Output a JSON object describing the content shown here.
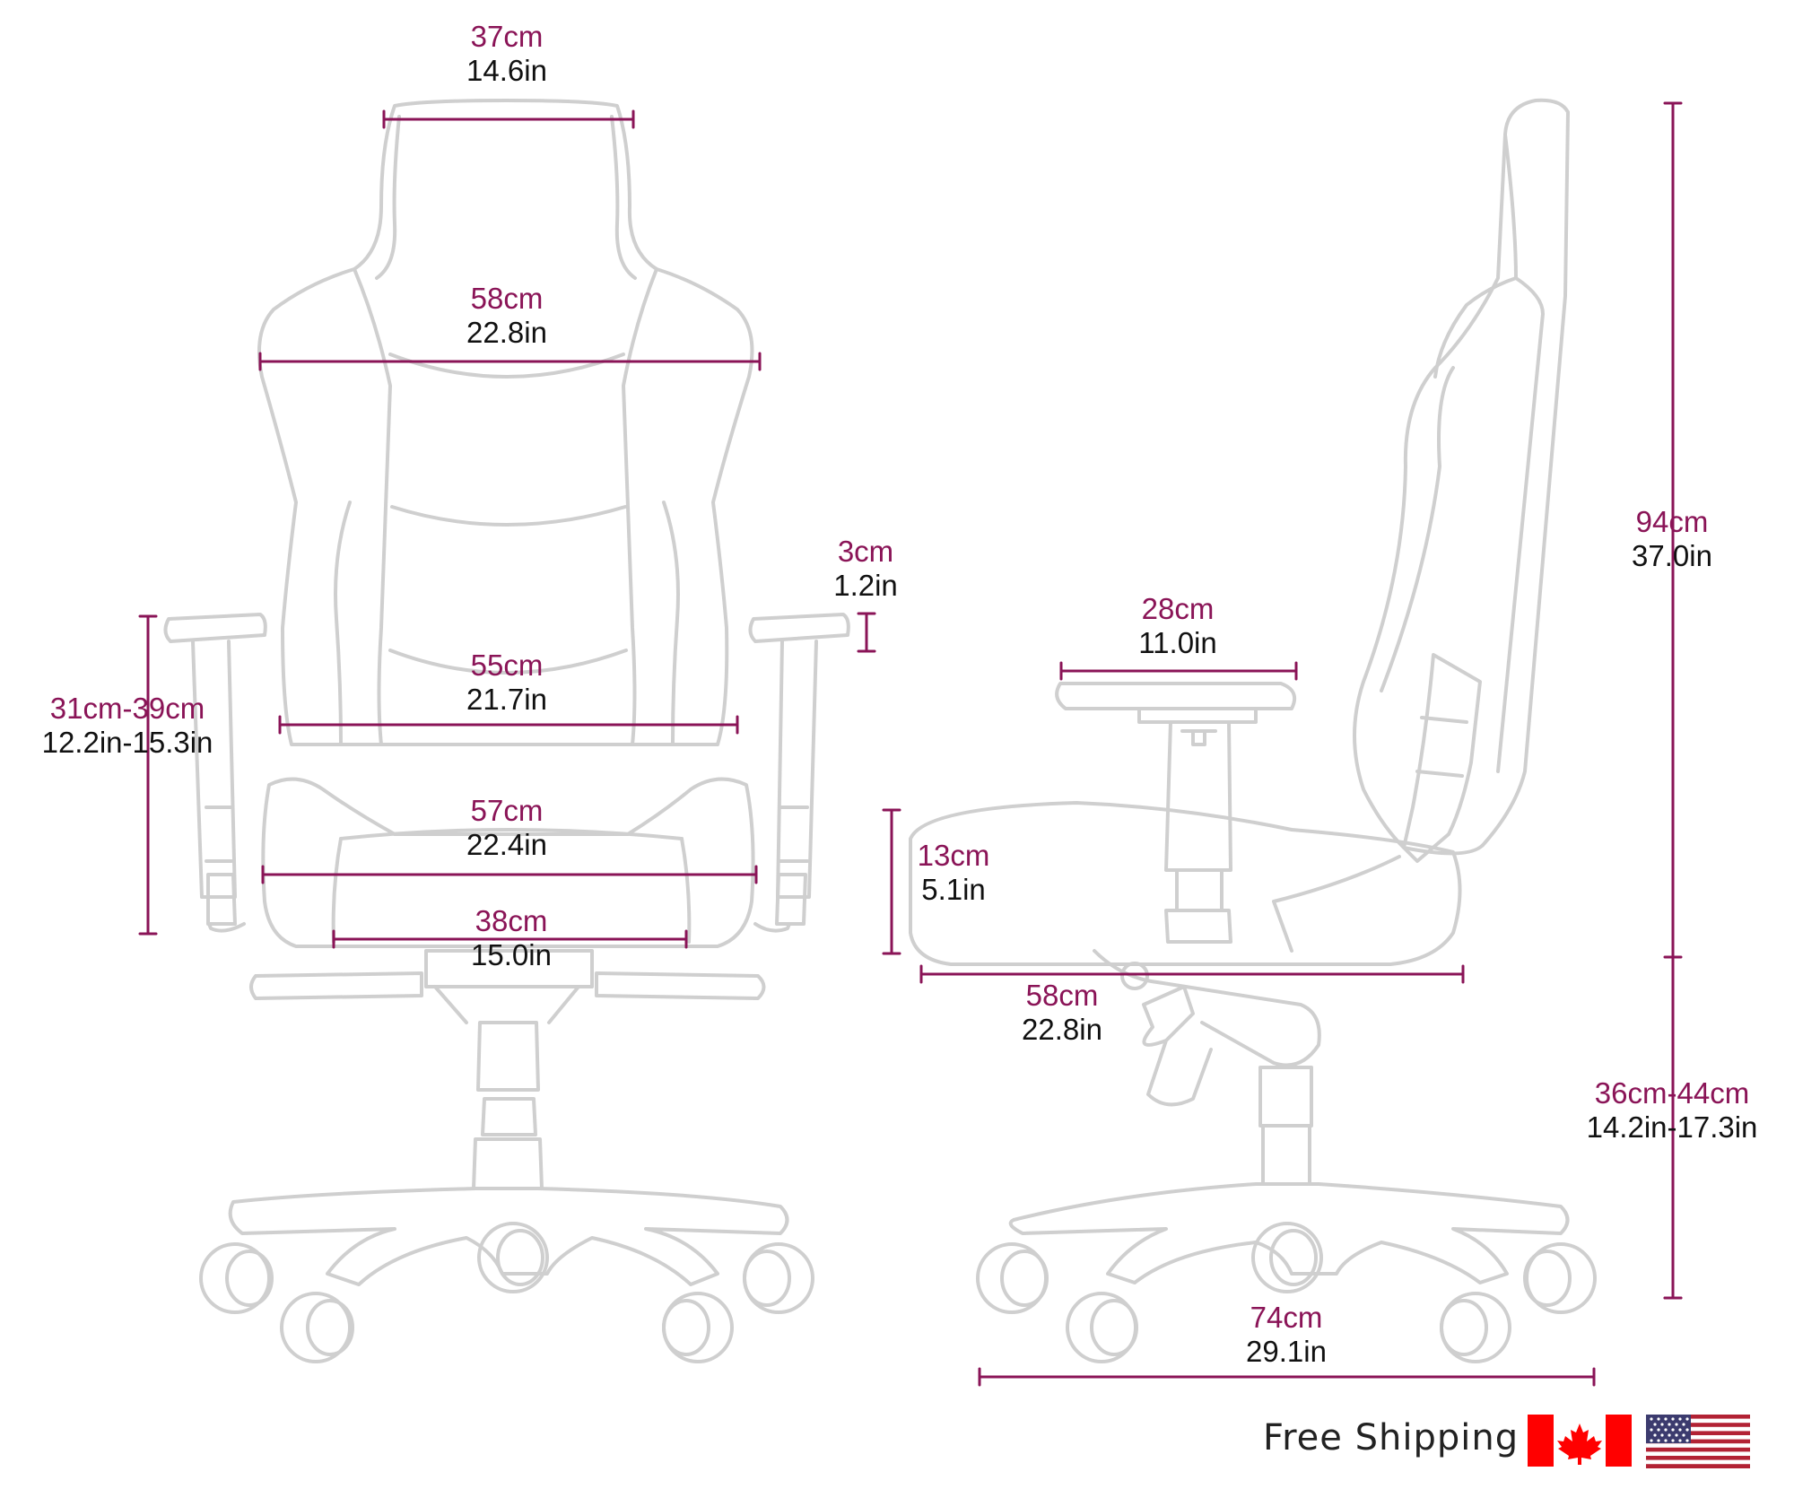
{
  "dimensions": [
    {
      "id": "headrest-width",
      "cm": "37cm",
      "in": "14.6in"
    },
    {
      "id": "shoulder-width",
      "cm": "58cm",
      "in": "22.8in"
    },
    {
      "id": "armrest-thickness",
      "cm": "3cm",
      "in": "1.2in"
    },
    {
      "id": "backrest-width",
      "cm": "55cm",
      "in": "21.7in"
    },
    {
      "id": "armrest-height",
      "cm": "31cm-39cm",
      "in": "12.2in-15.3in"
    },
    {
      "id": "seat-outer-width",
      "cm": "57cm",
      "in": "22.4in"
    },
    {
      "id": "seat-inner-width",
      "cm": "38cm",
      "in": "15.0in"
    },
    {
      "id": "armrest-length",
      "cm": "28cm",
      "in": "11.0in"
    },
    {
      "id": "seat-cushion-height",
      "cm": "13cm",
      "in": "5.1in"
    },
    {
      "id": "seat-depth",
      "cm": "58cm",
      "in": "22.8in"
    },
    {
      "id": "backrest-height",
      "cm": "94cm",
      "in": "37.0in"
    },
    {
      "id": "seat-height",
      "cm": "36cm-44cm",
      "in": "14.2in-17.3in"
    },
    {
      "id": "base-width",
      "cm": "74cm",
      "in": "29.1in"
    }
  ],
  "footer": {
    "shipping_text": "Free Shipping",
    "flags": [
      "canada-flag-icon",
      "usa-flag-icon"
    ]
  },
  "colors": {
    "dimension_line": "#8a1457",
    "metric_text": "#8a1457",
    "imperial_text": "#111111",
    "outline": "#cfcfcf",
    "flag_red": "#ff0000",
    "flag_blue": "#3c3b6e"
  }
}
